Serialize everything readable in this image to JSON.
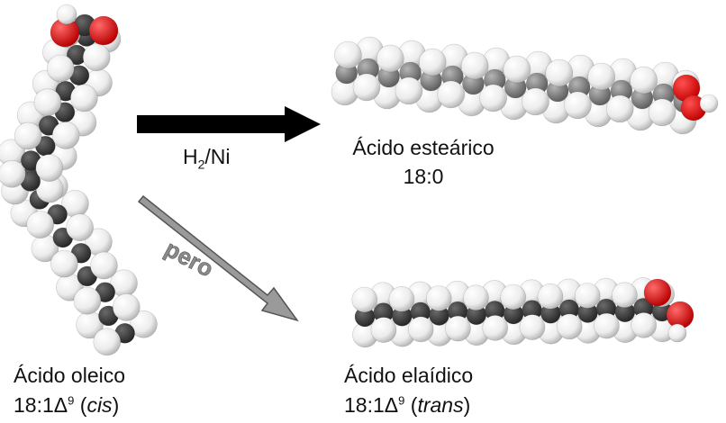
{
  "colors": {
    "carbon_dark": "#3a3a3a",
    "carbon_stearic": "#7a7a7a",
    "hydrogen": "#f4f4f4",
    "oxygen": "#e00000",
    "arrow_black": "#000000",
    "arrow_gray": "#999999",
    "text": "#111111"
  },
  "reaction": {
    "reagent_main": "H",
    "reagent_sub": "2",
    "reagent_rest": "/Ni",
    "side_label": "pero"
  },
  "oleic": {
    "name": "Ácido oleico",
    "formula_main": "18:1Δ",
    "formula_sup": "9",
    "formula_open": " (",
    "formula_config": "cis",
    "formula_close": ")"
  },
  "stearic": {
    "name": "Ácido esteárico",
    "formula": "18:0"
  },
  "elaidic": {
    "name": "Ácido elaídico",
    "formula_main": "18:1Δ",
    "formula_sup": "9",
    "formula_open": " (",
    "formula_config": "trans",
    "formula_close": ")"
  }
}
